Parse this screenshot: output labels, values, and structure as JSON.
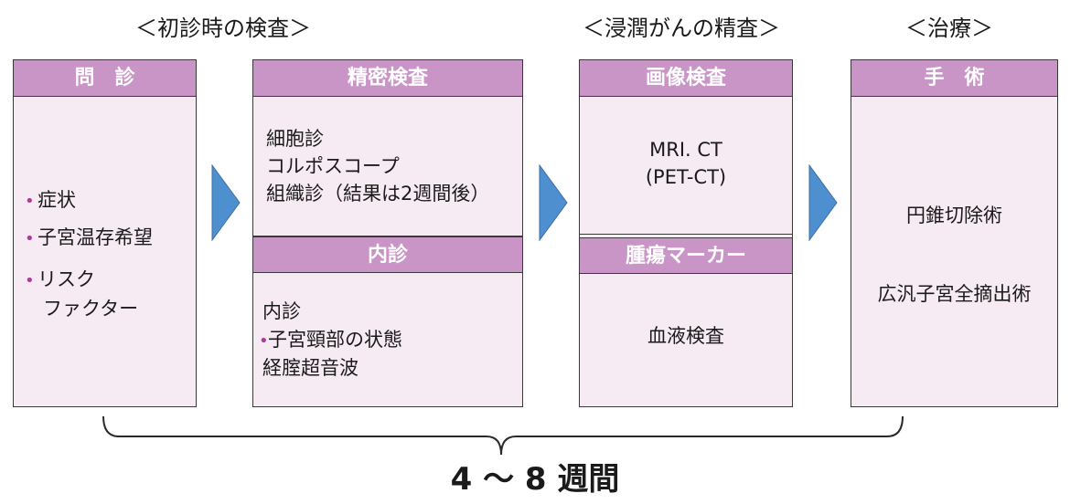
{
  "sections": {
    "initial_exam": "＜初診時の検査＞",
    "invasive_exam": "＜浸潤がんの精査＞",
    "treatment": "＜治療＞"
  },
  "boxes": {
    "interview": {
      "header": "問　診",
      "items": [
        "症状",
        "子宮温存希望",
        "リスク",
        "ファクター"
      ]
    },
    "detailed": {
      "header": "精密検査",
      "lines": [
        "細胞診",
        "コルポスコープ",
        "組織診（結果は2週間後）"
      ]
    },
    "internal": {
      "header": "内診",
      "lines": [
        "内診",
        "子宮頸部の状態",
        "経腟超音波"
      ]
    },
    "imaging": {
      "header": "画像検査",
      "lines": [
        "MRI. CT",
        "(PET-CT)"
      ]
    },
    "tumor_marker": {
      "header": "腫瘍マーカー",
      "lines": [
        "血液検査"
      ]
    },
    "surgery": {
      "header": "手　術",
      "lines": [
        "円錐切除術",
        "広汎子宮全摘出術"
      ]
    }
  },
  "duration": "4 ～ 8 週間",
  "colors": {
    "header_fill": "#c994c6",
    "box_fill": "#f6eaf3",
    "arrow_fill": "#4e8fcf",
    "bullet": "#b03a9a"
  }
}
